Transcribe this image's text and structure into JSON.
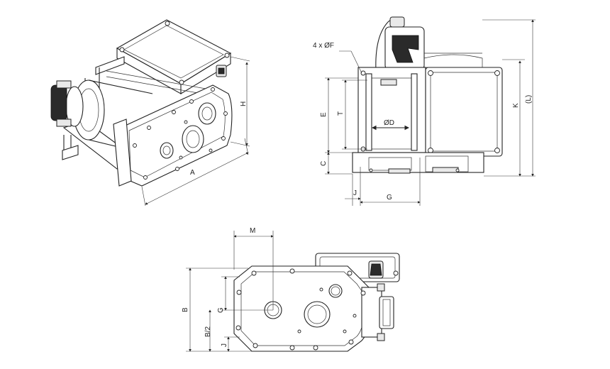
{
  "labels": {
    "a": "A",
    "h": "H",
    "f_note": "4 x ØF",
    "e": "E",
    "t": "T",
    "d": "ØD",
    "c": "C",
    "j": "J",
    "g": "G",
    "k": "K",
    "l": "(L)",
    "m": "M",
    "b": "B",
    "g2": "G",
    "b_half": "B/2",
    "j2": "J"
  }
}
